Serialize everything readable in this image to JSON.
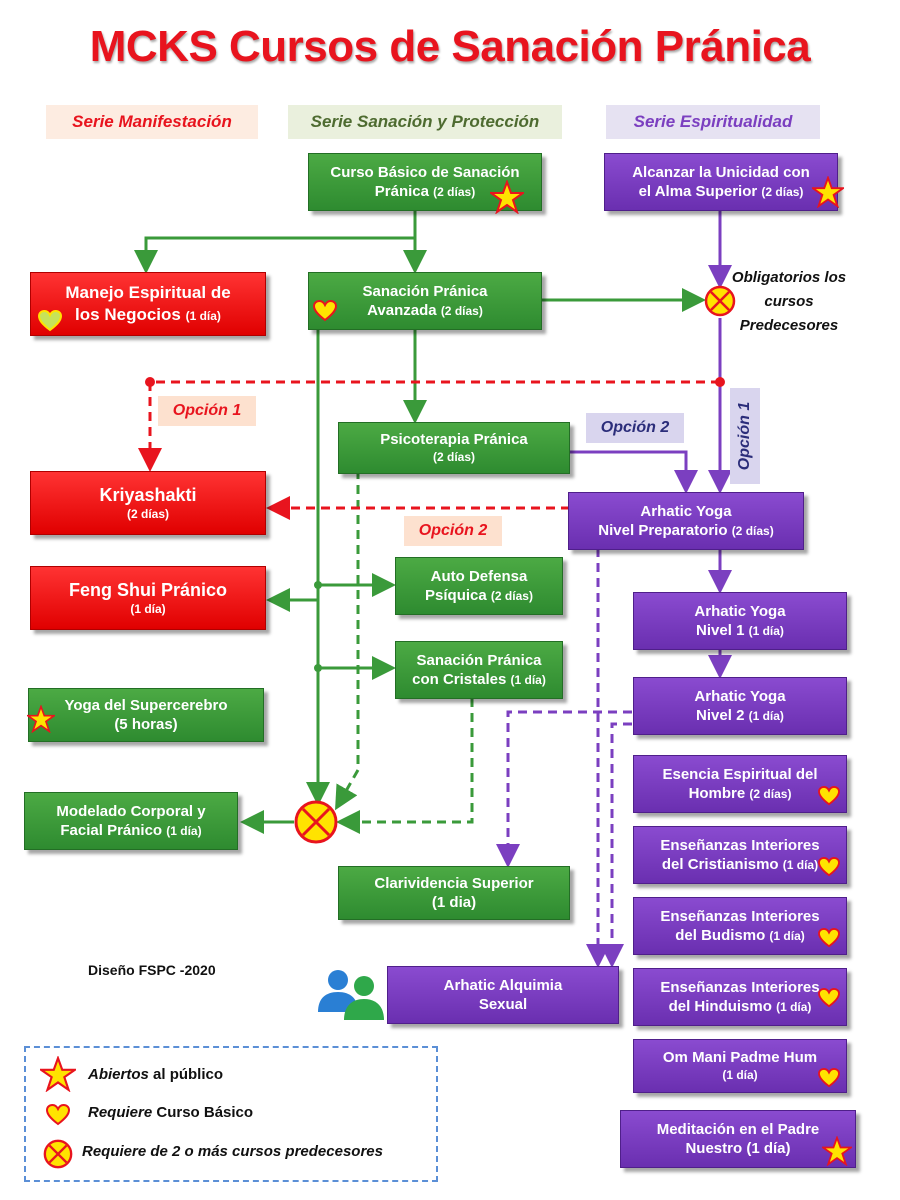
{
  "title": "MCKS Cursos de Sanación Pránica",
  "series": {
    "manifestacion": "Serie Manifestación",
    "sanacion": "Serie Sanación y Protección",
    "espiritualidad": "Serie Espiritualidad"
  },
  "courses": {
    "basico": {
      "line1": "Curso Básico de Sanación",
      "line2": "Pránica",
      "days": "(2 días)"
    },
    "unicidad": {
      "line1": "Alcanzar la Unicidad con",
      "line2": "el Alma Superior",
      "days": "(2 días)"
    },
    "manejo": {
      "line1": "Manejo Espiritual de",
      "line2": "los Negocios",
      "days": "(1 día)"
    },
    "avanzada": {
      "line1": "Sanación Pránica",
      "line2": "Avanzada",
      "days": "(2 días)"
    },
    "psicoterapia": {
      "line1": "Psicoterapia Pránica",
      "days": "(2 días)"
    },
    "kriyashakti": {
      "line1": "Kriyashakti",
      "days": "(2 días)"
    },
    "arhatic_prep": {
      "line1": "Arhatic Yoga",
      "line2": "Nivel Preparatorio",
      "days": "(2 días)"
    },
    "fengshui": {
      "line1": "Feng Shui Pránico",
      "days": "(1 día)"
    },
    "autodefensa": {
      "line1": "Auto Defensa",
      "line2": "Psíquica",
      "days": "(2 días)"
    },
    "arhatic1": {
      "line1": "Arhatic Yoga",
      "line2": "Nivel 1",
      "days": "(1 día)"
    },
    "cristales": {
      "line1": "Sanación Pránica",
      "line2": "con Cristales",
      "days": "(1 día)"
    },
    "supercerebro": {
      "line1": "Yoga del Supercerebro",
      "days": "(5 horas)"
    },
    "arhatic2": {
      "line1": "Arhatic Yoga",
      "line2": "Nivel 2",
      "days": "(1 día)"
    },
    "esencia": {
      "line1": "Esencia Espiritual del",
      "line2": "Hombre",
      "days": "(2 días)"
    },
    "modelado": {
      "line1": "Modelado Corporal y",
      "line2": "Facial Pránico",
      "days": "(1 día)"
    },
    "cristianismo": {
      "line1": "Enseñanzas Interiores",
      "line2": "del Cristianismo",
      "days": "(1 día)"
    },
    "clarividencia": {
      "line1": "Clarividencia Superior",
      "days": "(1 dia)"
    },
    "budismo": {
      "line1": "Enseñanzas Interiores",
      "line2": "del Budismo",
      "days": "(1 día)"
    },
    "alquimia": {
      "line1": "Arhatic Alquimia",
      "line2": "Sexual"
    },
    "hinduismo": {
      "line1": "Enseñanzas Interiores",
      "line2": "del Hinduismo",
      "days": "(1 día)"
    },
    "ommani": {
      "line1": "Om Mani Padme Hum",
      "days": "(1 día)"
    },
    "padrenuestro": {
      "line1": "Meditación en el Padre",
      "line2": "Nuestro",
      "days": "(1 día)"
    }
  },
  "labels": {
    "obligatorios": "Obligatorios los cursos Predecesores",
    "opcion1_left": "Opción 1",
    "opcion2_center": "Opción 2",
    "opcion2_top": "Opción 2",
    "opcion1_vertical": "Opción 1",
    "diseno": "Diseño FSPC -2020"
  },
  "legend": {
    "star_em": "Abiertos",
    "star_rest": " al público",
    "heart_em": "Requiere",
    "heart_rest": " Curso Básico",
    "circle_text": "Requiere de 2 o más cursos predecesores"
  },
  "icons": [
    "star-icon",
    "heart-icon",
    "crossed-circle-icon",
    "people-icon"
  ],
  "colors": {
    "title": "#e8141e",
    "green": "#2e8b30",
    "red": "#e00000",
    "purple": "#6a2fb0",
    "connector_green": "#3a9a3a",
    "connector_purple": "#7b3fc0",
    "connector_red": "#e8141e"
  }
}
